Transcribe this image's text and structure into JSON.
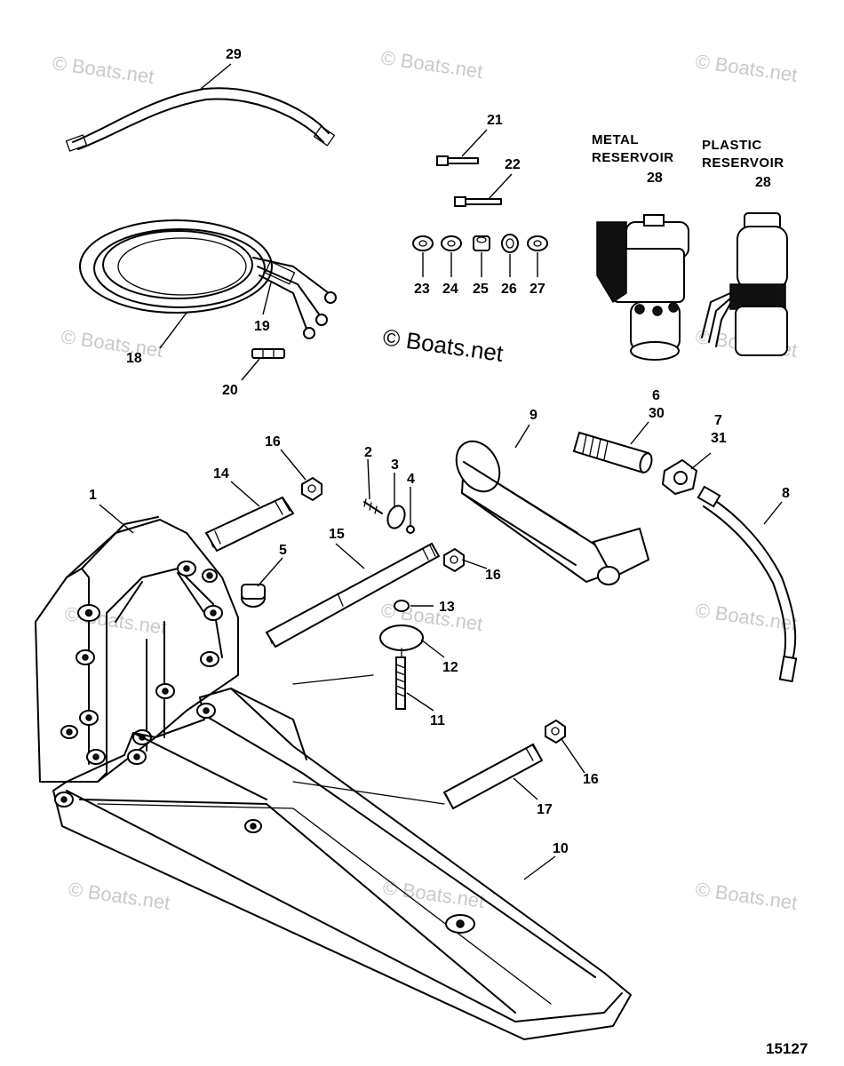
{
  "watermark": "© Boats.net",
  "center_watermark": "© Boats.net",
  "reference_number": "15127",
  "reservoir_headers": {
    "metal_line1": "METAL",
    "metal_line2": "RESERVOIR",
    "metal_number": "28",
    "plastic_line1": "PLASTIC",
    "plastic_line2": "RESERVOIR",
    "plastic_number": "28"
  },
  "callouts": [
    "29",
    "21",
    "22",
    "23",
    "24",
    "25",
    "26",
    "27",
    "18",
    "19",
    "20",
    "6",
    "30",
    "7",
    "31",
    "9",
    "16",
    "2",
    "3",
    "4",
    "14",
    "1",
    "5",
    "15",
    "16",
    "13",
    "12",
    "11",
    "8",
    "16",
    "17",
    "10"
  ]
}
